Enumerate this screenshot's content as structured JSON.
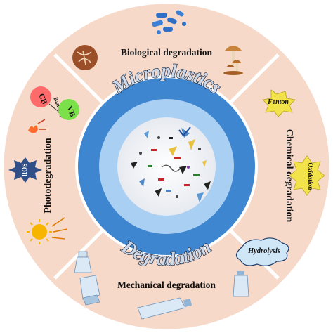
{
  "center": {
    "top_title": "Microplastics",
    "bottom_title": "Degradation"
  },
  "segments": {
    "biological": {
      "label": "Biological degradation"
    },
    "chemical": {
      "label": "Chemical degradation",
      "items": [
        "Fenton",
        "Oxidation",
        "Hydrolysis"
      ]
    },
    "mechanical": {
      "label": "Mechanical degradation"
    },
    "photo": {
      "label": "Photodegradation",
      "items": [
        "CB",
        "Bandgap",
        "VB",
        "ROS"
      ]
    }
  },
  "colors": {
    "outer_ring": "#f6d9c9",
    "inner_ring": "#3f86d1",
    "inner_disc_rim": "#a9cff2",
    "particle_disc": "#eef0f4",
    "divider": "#ffffff",
    "fenton_star": "#f3e34a",
    "oxidation_star": "#f3e34a",
    "hydrolysis_badge": "#cfe6f7",
    "ros_star": "#2f4f86",
    "cb_circle": "#ff6b6b",
    "vb_circle": "#7be04a"
  },
  "icons": [
    "bacteria-icon",
    "fungus-icon",
    "mushroom-icon",
    "sun-icon",
    "bottle-icon",
    "broken-bottle-icon",
    "flame-icon"
  ]
}
